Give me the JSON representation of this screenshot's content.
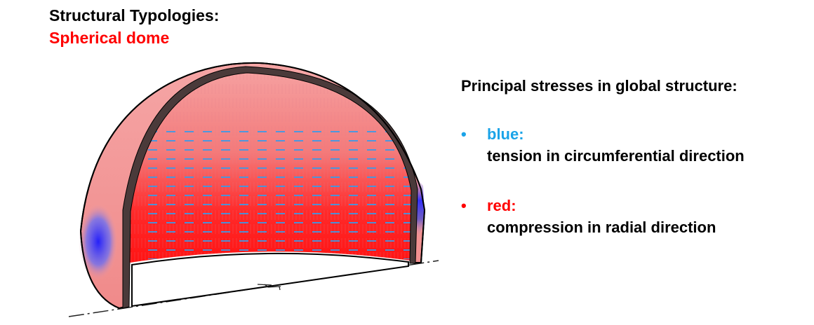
{
  "header": {
    "title": "Structural Typologies:",
    "subtitle": "Spherical dome"
  },
  "legend": {
    "heading": "Principal stresses in global structure:",
    "items": [
      {
        "bullet": "•",
        "key": "blue:",
        "description": "tension in circumferential direction",
        "color": "#1aa3e8"
      },
      {
        "bullet": "•",
        "key": "red:",
        "description": "compression in radial direction",
        "color": "#ff0000"
      }
    ]
  },
  "figure": {
    "subject": "spherical-dome-stress-plot",
    "colors": {
      "compression": "#ff0000",
      "tension": "#1a1aff",
      "tension_vectors": "#3a9ae8",
      "compression_vectors": "#e07a8a",
      "edge_band": "#4a3a3a"
    }
  }
}
